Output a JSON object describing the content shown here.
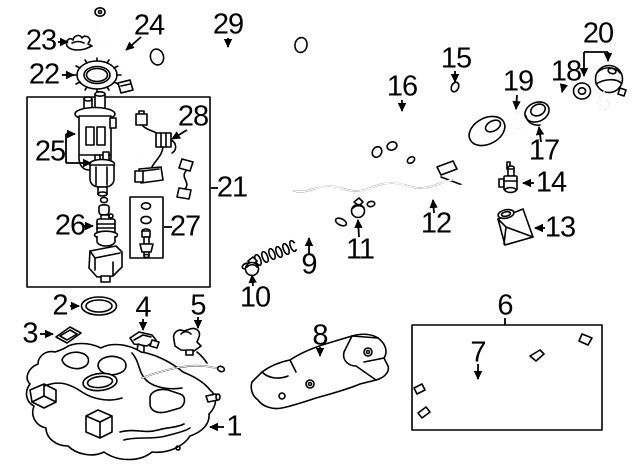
{
  "diagram": {
    "background_color": "#ffffff",
    "line_color": "#000000",
    "text_color": "#000000"
  },
  "callouts": {
    "1": "1",
    "2": "2",
    "3": "3",
    "4": "4",
    "5": "5",
    "6": "6",
    "7": "7",
    "8": "8",
    "9": "9",
    "10": "10",
    "11": "11",
    "12": "12",
    "13": "13",
    "14": "14",
    "15": "15",
    "16": "16",
    "17": "17",
    "18": "18",
    "19": "19",
    "20": "20",
    "21": "21",
    "22": "22",
    "23": "23",
    "24": "24",
    "25": "25",
    "26": "26",
    "27": "27",
    "28": "28",
    "29": "29"
  }
}
